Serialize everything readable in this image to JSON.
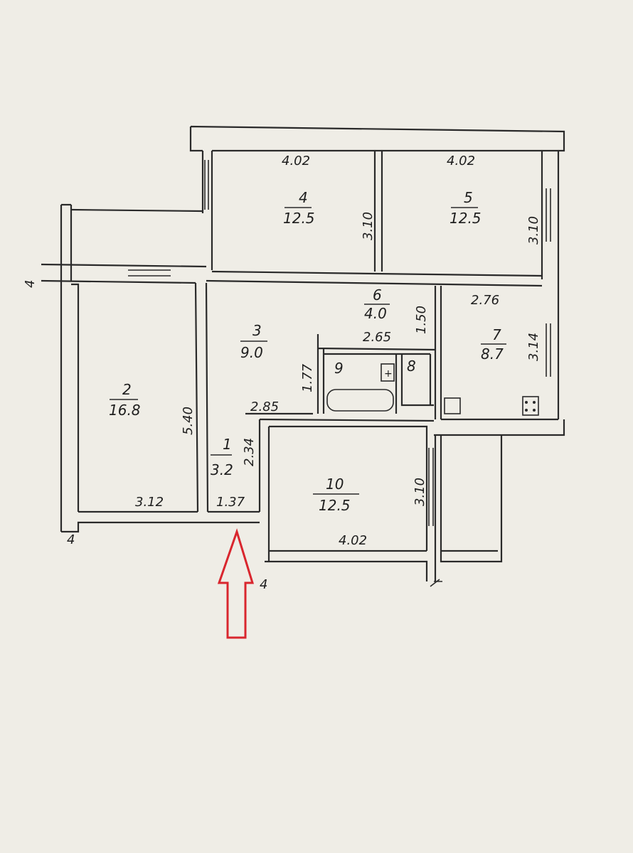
{
  "rooms": [
    {
      "no": "1",
      "area": "3.2"
    },
    {
      "no": "2",
      "area": "16.8"
    },
    {
      "no": "3",
      "area": "9.0"
    },
    {
      "no": "4",
      "area": "12.5"
    },
    {
      "no": "5",
      "area": "12.5"
    },
    {
      "no": "6",
      "area": "4.0"
    },
    {
      "no": "7",
      "area": "8.7"
    },
    {
      "no": "8",
      "area": ""
    },
    {
      "no": "9",
      "area": ""
    },
    {
      "no": "10",
      "area": "12.5"
    }
  ],
  "dimensions": {
    "r4_width": "4.02",
    "r4_depth": "3.10",
    "r5_width": "4.02",
    "r5_depth": "3.10",
    "r7_width": "2.76",
    "r7_depth": "3.14",
    "r6_width": "2.65",
    "r6_depth": "1.50",
    "bath_depth": "1.77",
    "r2_width": "3.12",
    "r2_depth": "5.40",
    "r1_width": "1.37",
    "r1_depth": "2.34",
    "hall_width": "2.85",
    "r10_width": "4.02",
    "r10_depth": "3.10"
  },
  "section_marks": [
    "4",
    "4",
    "4"
  ],
  "entrance_arrow_color": "#d9262e",
  "ink_color": "#2a2a2a",
  "paper_color": "#efede6"
}
